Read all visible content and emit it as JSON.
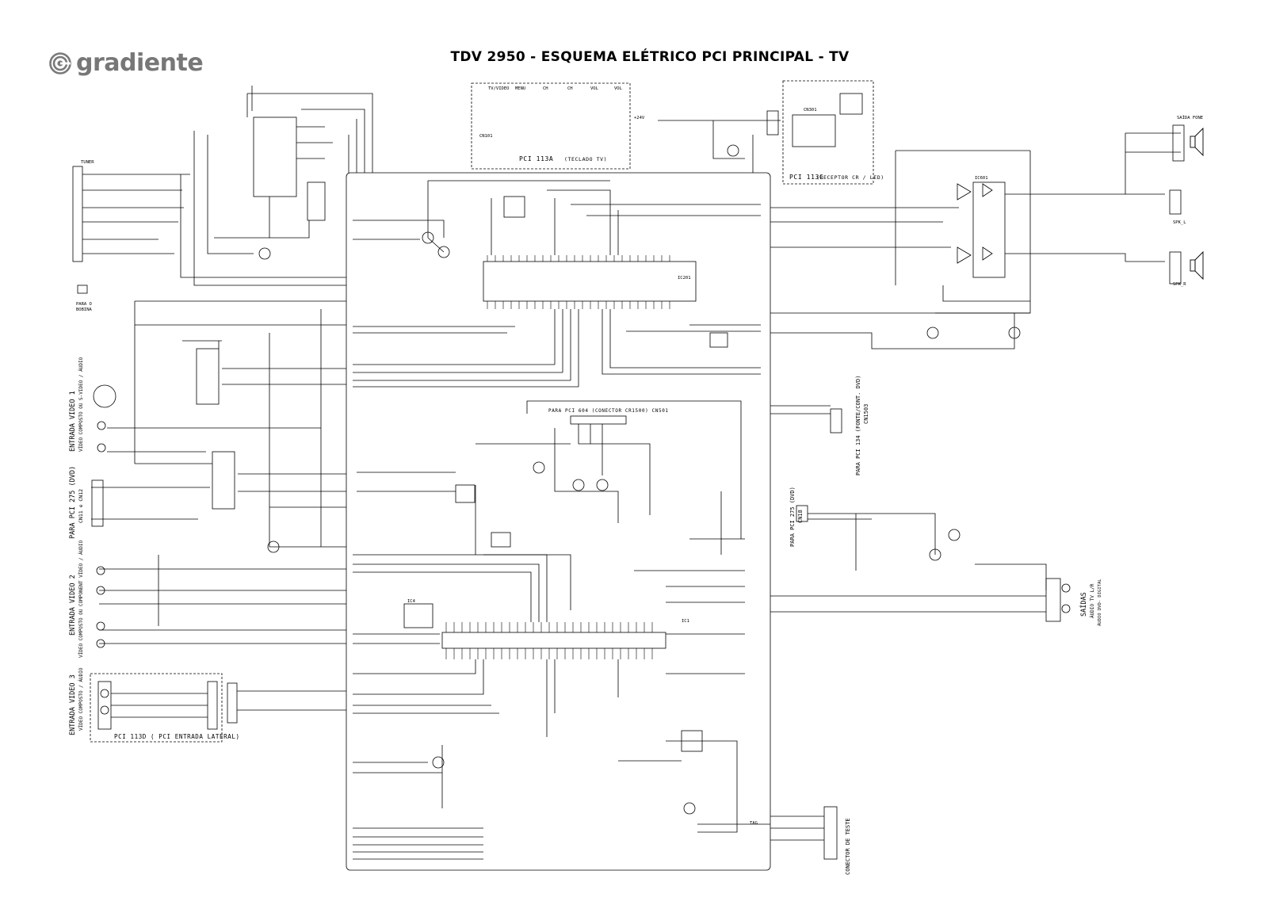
{
  "brand": "gradiente",
  "title": "TDV 2950 - ESQUEMA ELÉTRICO PCI PRINCIPAL - TV",
  "boards": {
    "pci113a": "PCI 113A",
    "pci113a_sub": "(TECLADO TV)",
    "pci113c": "PCI 113C",
    "pci113c_sub": "(RECEPTOR CR / LED)",
    "pci113d": "PCI 113D ( PCI ENTRADA LATERAL)",
    "pci604": "PARA PCI 604 (CONECTOR CR1500) CN501"
  },
  "left_labels": {
    "video1": "ENTRADA VIDEO 1",
    "video1_sub": "VÍDEO COMPOSTO OU S-VIDEO / ÁUDIO",
    "pci275_dvd": "PARA PCI 275 (DVD)",
    "pci275_dvd_sub": "CN11 e CN12",
    "video2": "ENTRADA VIDEO 2",
    "video2_sub": "VÍDEO COMPOSTO OU COMPONENT VÍDEO / ÁUDIO",
    "video3": "ENTRADA VIDEO 3",
    "video3_sub": "VÍDEO COMPOSTO / ÁUDIO"
  },
  "right_labels": {
    "pci134": "PARA PCI 134 (FONTE/CONT. DVD)",
    "pci134_sub": "CN1503",
    "pci275_dvd2": "PARA PCI 275 (DVD)",
    "pci275_dvd2_sub": "CN18",
    "saidas": "SAÍDAS",
    "saidas_sub": "ÁUDIO TV L/R",
    "saidas_sub2": "ÁUDIO DVD- DIGITAL",
    "conector_teste": "CONECTOR DE TESTE"
  },
  "colors": {
    "line": "#000000",
    "logo": "#7a7a7a",
    "background": "#ffffff"
  }
}
